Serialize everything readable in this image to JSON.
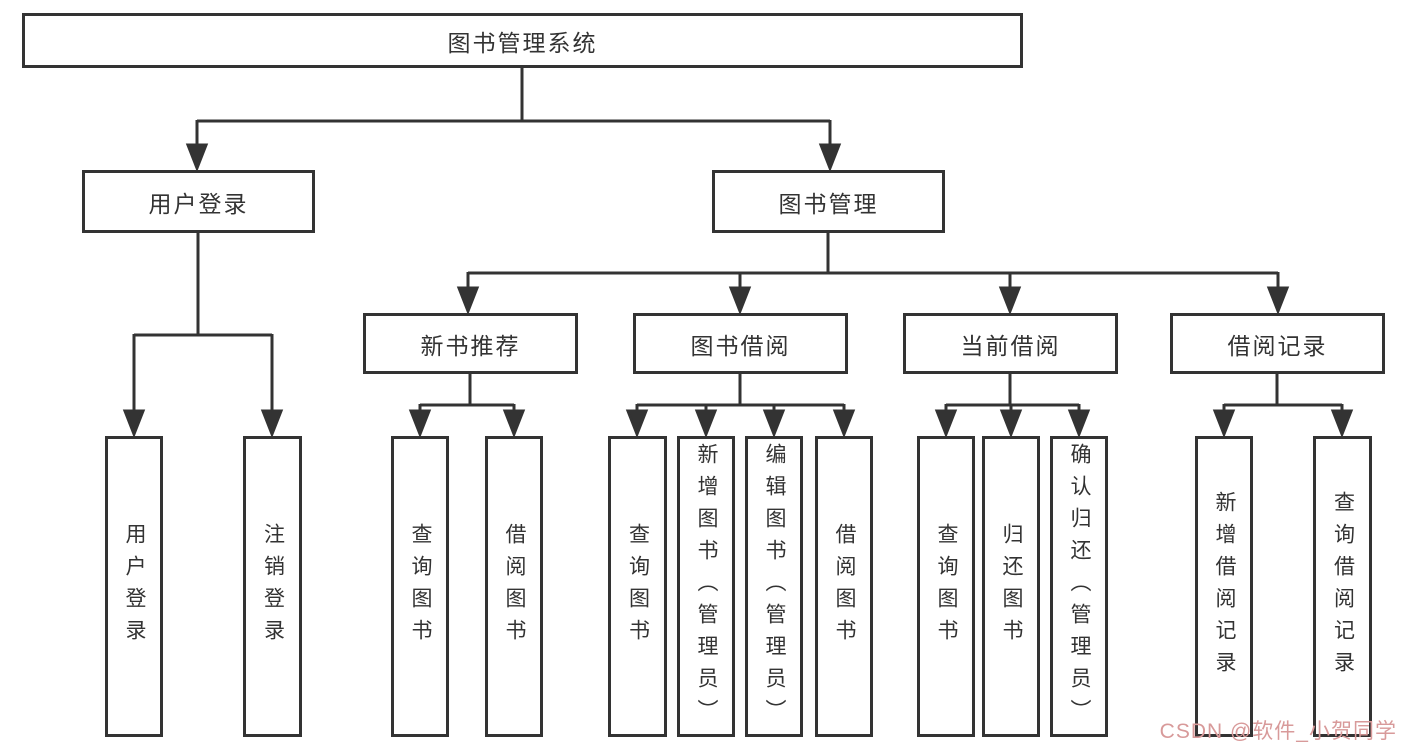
{
  "root": {
    "label": "图书管理系统"
  },
  "user_login": {
    "label": "用户登录",
    "children": [
      {
        "label": "用户登录"
      },
      {
        "label": "注销登录"
      }
    ]
  },
  "book_mgmt": {
    "label": "图书管理",
    "sections": [
      {
        "label": "新书推荐",
        "children": [
          {
            "label": "查询图书"
          },
          {
            "label": "借阅图书"
          }
        ]
      },
      {
        "label": "图书借阅",
        "children": [
          {
            "label": "查询图书"
          },
          {
            "label": "新增图书（管理员）"
          },
          {
            "label": "编辑图书（管理员）"
          },
          {
            "label": "借阅图书"
          }
        ]
      },
      {
        "label": "当前借阅",
        "children": [
          {
            "label": "查询图书"
          },
          {
            "label": "归还图书"
          },
          {
            "label": "确认归还（管理员）"
          }
        ]
      },
      {
        "label": "借阅记录",
        "children": [
          {
            "label": "新增借阅记录"
          },
          {
            "label": "查询借阅记录"
          }
        ]
      }
    ]
  },
  "watermark": {
    "text": "CSDN @软件_小贺同学"
  },
  "colors": {
    "line": "#333333",
    "border": "#333333",
    "text": "#333333",
    "watermark": "#d89a9a",
    "background": "#ffffff"
  }
}
